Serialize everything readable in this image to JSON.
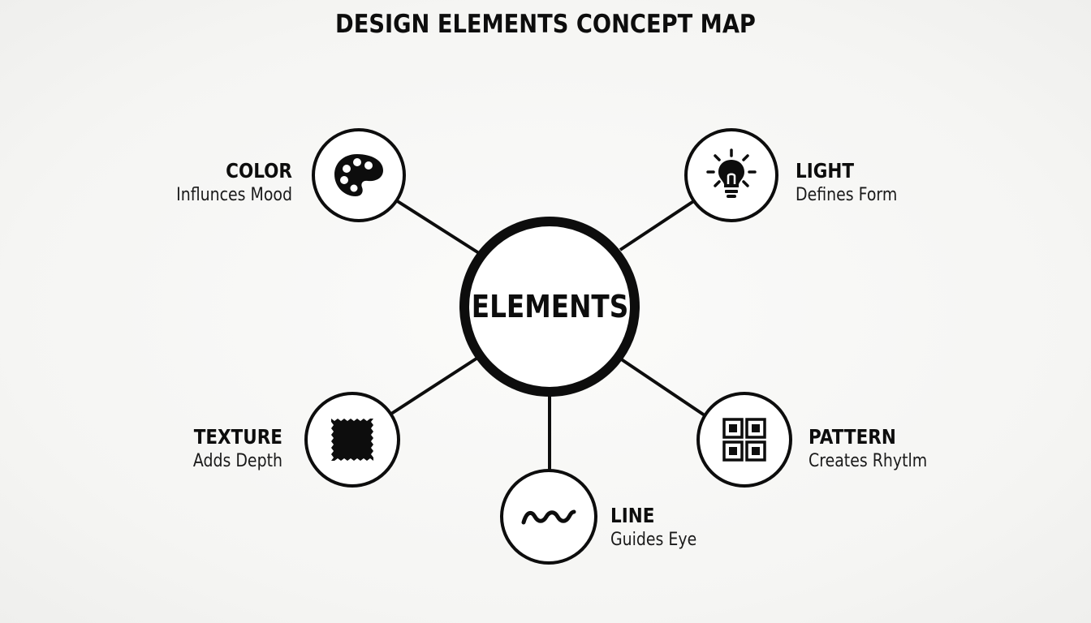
{
  "title": "DESIGN ELEMENTS CONCEPT MAP",
  "center": {
    "label": "ELEMENTS"
  },
  "nodes": {
    "color": {
      "name": "COLOR",
      "description": "Influnces Mood",
      "icon": "palette-icon"
    },
    "light": {
      "name": "LIGHT",
      "description": "Defines Form",
      "icon": "lightbulb-icon"
    },
    "texture": {
      "name": "TEXTURE",
      "description": "Adds Depth",
      "icon": "fabric-swatch-icon"
    },
    "line": {
      "name": "LINE",
      "description": "Guides Eye",
      "icon": "wave-line-icon"
    },
    "pattern": {
      "name": "PATTERN",
      "description": "Creates Rhytlm",
      "icon": "grid-pattern-icon"
    }
  },
  "colors": {
    "stroke": "#0d0d0d",
    "node_fill": "#ffffff",
    "background": "#f7f7f6"
  }
}
